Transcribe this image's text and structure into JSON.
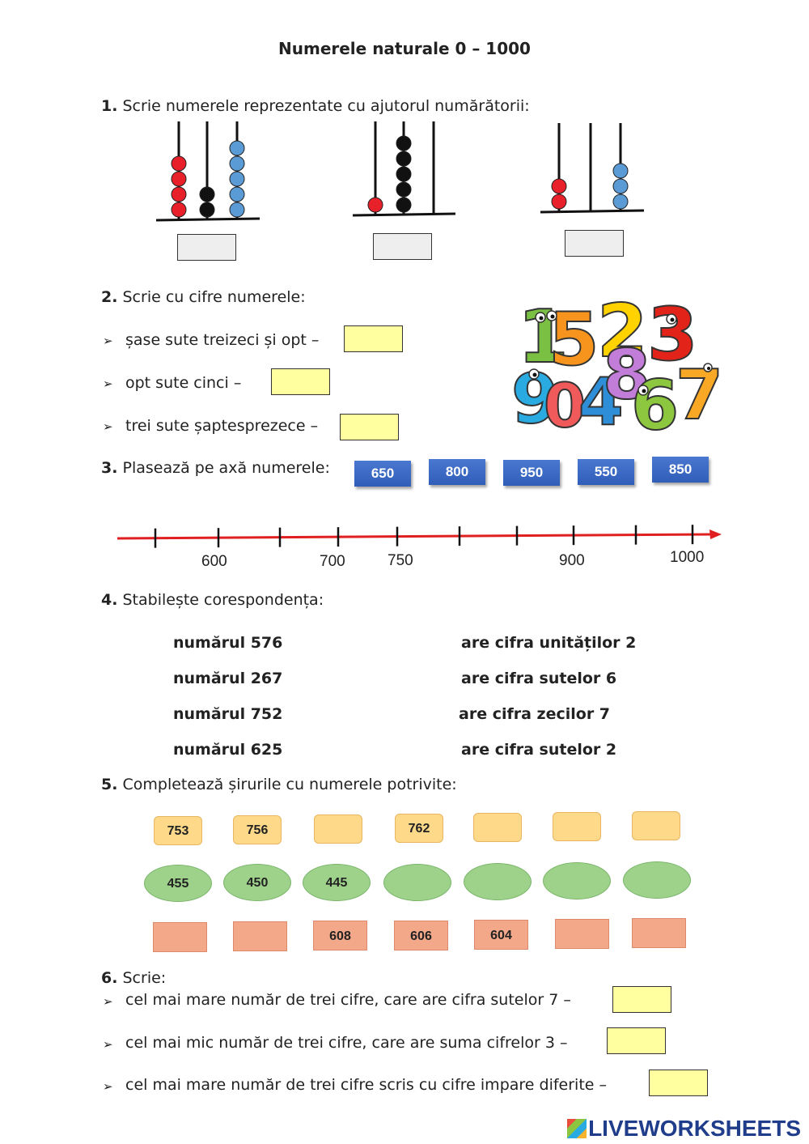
{
  "title": "Numerele naturale 0 – 1000",
  "q1": {
    "num": "1.",
    "text": "Scrie numerele reprezentate cu ajutorul numărătorii:",
    "abaci": [
      {
        "hundreds": 4,
        "tens": 2,
        "units": 5
      },
      {
        "hundreds": 1,
        "tens": 5,
        "units": 0
      },
      {
        "hundreds": 2,
        "tens": 0,
        "units": 3
      }
    ],
    "colors": {
      "hundreds": "#e8202a",
      "tens": "#111111",
      "units": "#5b9bd5"
    }
  },
  "q2": {
    "num": "2.",
    "text": "Scrie cu cifre numerele:",
    "items": [
      {
        "label": "șase sute treizeci și opt –"
      },
      {
        "label": "opt sute cinci –"
      },
      {
        "label": "trei sute șaptesprezece –"
      }
    ],
    "illustration_icon": "colorful-numbers-icon"
  },
  "q3": {
    "num": "3.",
    "text": "Plasează pe axă numerele:",
    "tiles": [
      "650",
      "800",
      "950",
      "550",
      "850"
    ],
    "axis_labels": [
      "600",
      "700",
      "750",
      "900",
      "1000"
    ],
    "axis_color": "#e02020"
  },
  "q4": {
    "num": "4.",
    "text": "Stabilește corespondența:",
    "left": [
      "numărul 576",
      "numărul 267",
      "numărul 752",
      "numărul 625"
    ],
    "right": [
      "are cifra unităților 2",
      "are cifra sutelor 6",
      "are cifra zecilor 7",
      "are cifra sutelor 2"
    ]
  },
  "q5": {
    "num": "5.",
    "text": "Completează șirurile cu numerele potrivite:",
    "row1": [
      "753",
      "756",
      "",
      "762",
      "",
      "",
      ""
    ],
    "row2": [
      "455",
      "450",
      "445",
      "",
      "",
      "",
      ""
    ],
    "row3": [
      "",
      "",
      "608",
      "606",
      "604",
      "",
      ""
    ]
  },
  "q6": {
    "num": "6.",
    "text": "Scrie:",
    "items": [
      {
        "label": "cel mai mare număr de trei cifre, care are cifra sutelor 7 –"
      },
      {
        "label": "cel mai mic număr de trei cifre, care are suma cifrelor 3 –"
      },
      {
        "label": "cel mai mare număr de trei cifre scris cu cifre impare diferite –"
      }
    ]
  },
  "watermark": "LIVEWORKSHEETS"
}
